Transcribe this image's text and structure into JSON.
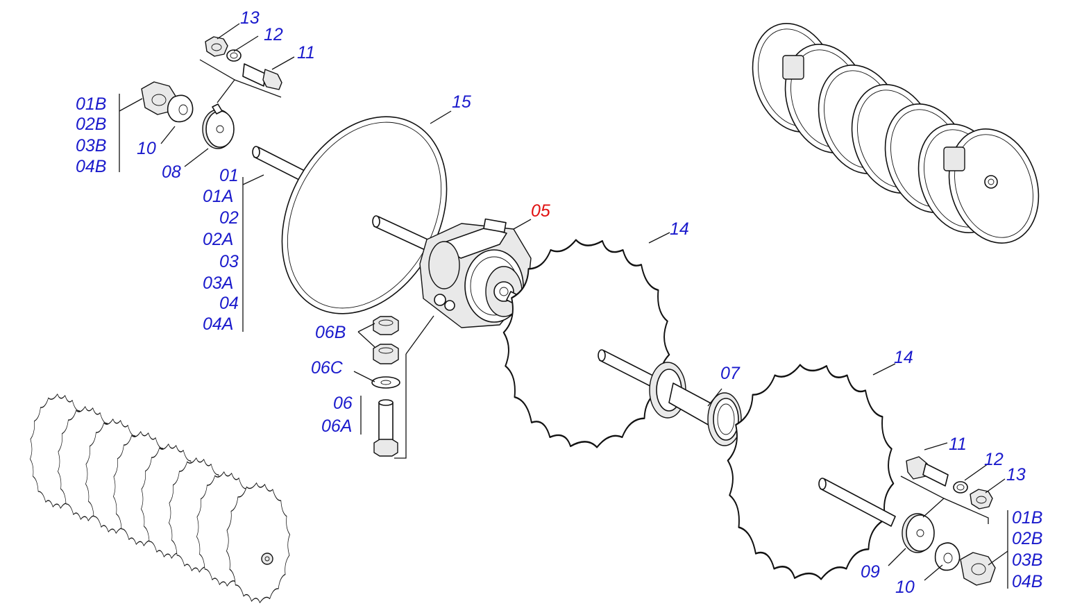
{
  "labels": {
    "p13_top": "13",
    "p12_top": "12",
    "p11_top": "11",
    "p01b_tl": "01B",
    "p02b_tl": "02B",
    "p03b_tl": "03B",
    "p04b_tl": "04B",
    "p10_top": "10",
    "p08": "08",
    "p15": "15",
    "p01": "01",
    "p01a": "01A",
    "p02": "02",
    "p02a": "02A",
    "p03": "03",
    "p03a": "03A",
    "p04": "04",
    "p04a": "04A",
    "p05": "05",
    "p14_top": "14",
    "p06b": "06B",
    "p06c": "06C",
    "p06": "06",
    "p06a": "06A",
    "p07": "07",
    "p14_bot": "14",
    "p11_bot": "11",
    "p12_bot": "12",
    "p13_bot": "13",
    "p01b_br": "01B",
    "p02b_br": "02B",
    "p03b_br": "03B",
    "p04b_br": "04B",
    "p09": "09",
    "p10_bot": "10"
  },
  "colors": {
    "label": "#1a1acc",
    "highlight": "#e01010",
    "line": "#111111"
  }
}
